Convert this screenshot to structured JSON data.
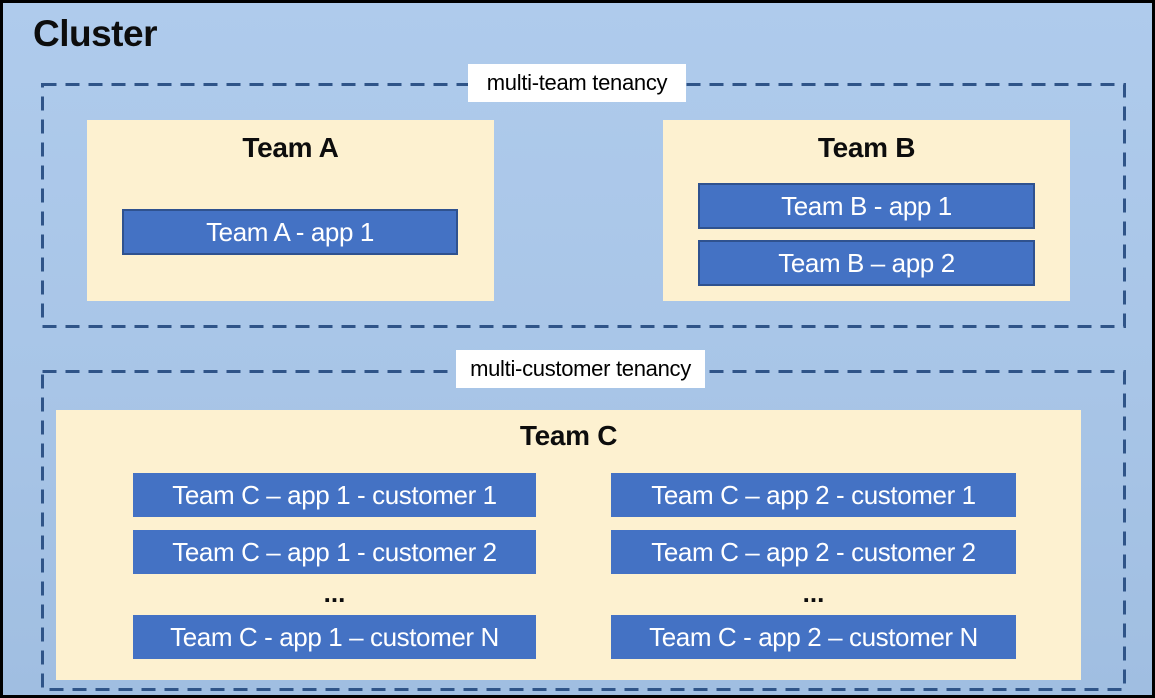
{
  "cluster": {
    "title": "Cluster"
  },
  "zones": [
    {
      "label": "multi-team tenancy",
      "teams": [
        {
          "name": "Team A",
          "apps": [
            "Team A - app 1"
          ]
        },
        {
          "name": "Team B",
          "apps": [
            "Team B - app 1",
            "Team B – app 2"
          ]
        }
      ]
    },
    {
      "label": "multi-customer tenancy",
      "teams": [
        {
          "name": "Team C",
          "columns": [
            {
              "apps": [
                "Team C – app 1 - customer 1",
                "Team C – app 1 - customer 2"
              ],
              "ellipsis": "...",
              "last_app": "Team C - app 1 – customer N"
            },
            {
              "apps": [
                "Team C – app 2 - customer 1",
                "Team C – app 2 - customer 2"
              ],
              "ellipsis": "...",
              "last_app": "Team C - app 2 – customer N"
            }
          ]
        }
      ]
    }
  ],
  "colors": {
    "background_top": "#AFCBEC",
    "background_bottom": "#A0BEE1",
    "panel_cream": "#FDF1D0",
    "app_blue": "#4472C4",
    "app_border_blue": "#2F528F",
    "dash_border_blue": "#2F5488",
    "outer_border": "#000000",
    "chip_background": "#FFFFFF",
    "text_dark": "#0D0D0D",
    "text_light": "#FFFFFF"
  }
}
